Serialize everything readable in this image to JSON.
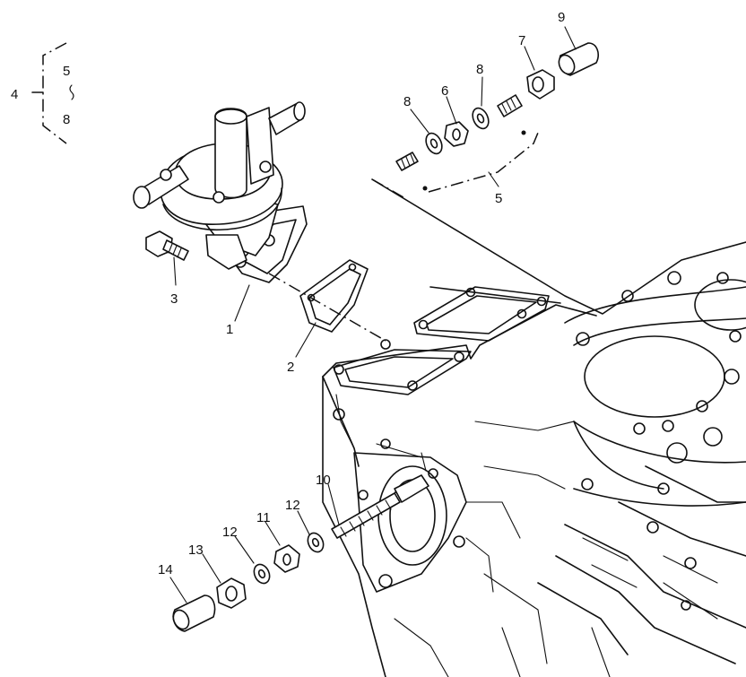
{
  "callouts": {
    "c1": "1",
    "c2": "2",
    "c3": "3",
    "c4": "4",
    "c5a": "5",
    "c5b": "5",
    "c6": "6",
    "c7": "7",
    "c8a": "8",
    "c8b": "8",
    "c8c": "8",
    "c9": "9",
    "c10": "10",
    "c11": "11",
    "c12a": "12",
    "c12b": "12",
    "c13": "13",
    "c14": "14"
  }
}
